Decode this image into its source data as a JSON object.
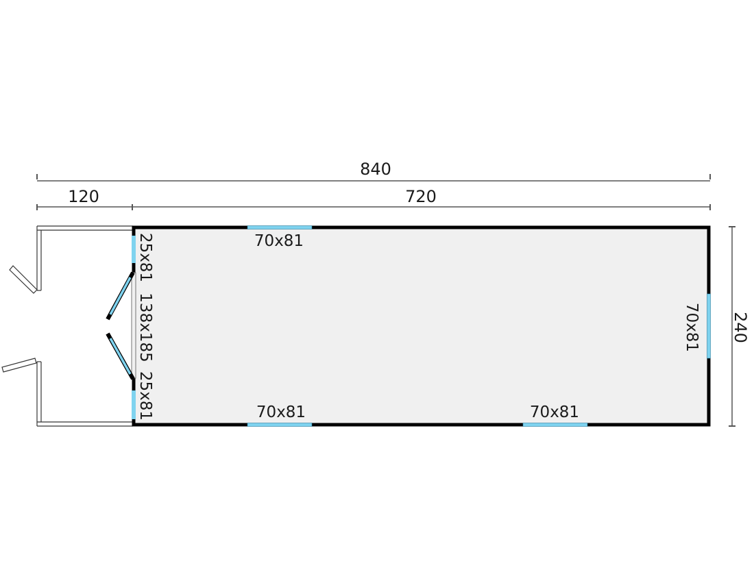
{
  "dimensions": {
    "total_length": "840",
    "main_length": "720",
    "porch_length": "120",
    "width": "240"
  },
  "openings": {
    "top_window": "70x81",
    "bottom_window_left": "70x81",
    "bottom_window_right": "70x81",
    "right_window": "70x81",
    "side_window_top": "25x81",
    "double_door": "138x185",
    "side_window_bottom": "25x81"
  },
  "colors": {
    "wall": "#000000",
    "floor": "#f0f0f0",
    "glass": "#7fd3ef",
    "dim_line": "#555555"
  }
}
